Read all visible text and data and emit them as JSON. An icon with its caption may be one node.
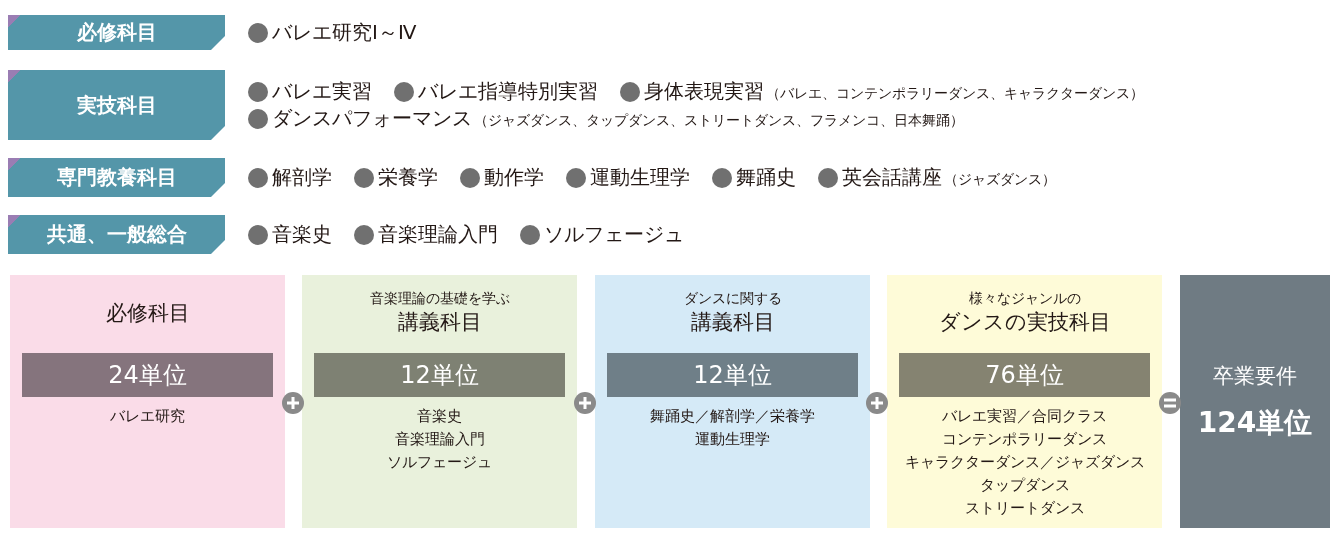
{
  "diagram": {
    "nodes": [
      {
        "text": [
          "必修科目"
        ],
        "beside": [
          "バレエ研究Ⅰ～Ⅳ"
        ]
      },
      {
        "text": [
          "実技科目"
        ],
        "beside": [
          "バレエ実習",
          "バレエ指導特別実習",
          "身体表現実習",
          "（バレエ、コンテンポラリーダンス、キャラクターダンス）",
          "ダンスパフォーマンス",
          "（ジャズダンス、タップダンス、ストリートダンス、フラメンコ、日本舞踊）"
        ]
      },
      {
        "text": [
          "専門教養科目"
        ],
        "beside": [
          "解剖学",
          "栄養学",
          "動作学",
          "運動生理学",
          "舞踊史",
          "英会話講座",
          "（ジャズダンス）"
        ]
      },
      {
        "text": [
          "共通、一般総合"
        ],
        "beside": [
          "音楽史",
          "音楽理論入門",
          "ソルフェージュ"
        ]
      },
      {
        "text": [
          "必修科目",
          "バレエ研究"
        ]
      },
      {
        "text": [
          "24単位"
        ],
        "in": 4
      },
      {
        "text": [
          "音楽理論の基礎を学ぶ",
          "講義科目",
          "音楽史",
          "音楽理論入門",
          "ソルフェージュ"
        ]
      },
      {
        "text": [
          "12単位"
        ],
        "in": 6
      },
      {
        "text": [
          "ダンスに関する",
          "講義科目",
          "舞踊史／解剖学／栄養学",
          "運動生理学"
        ]
      },
      {
        "text": [
          "12単位"
        ],
        "in": 8
      },
      {
        "text": [
          "様々なジャンルの",
          "ダンスの実技科目",
          "バレエ実習／合同クラス",
          "コンテンポラリーダンス",
          "キャラクターダンス／ジャズダンス",
          "タップダンス",
          "ストリートダンス"
        ]
      },
      {
        "text": [
          "76単位"
        ],
        "in": 10
      },
      {
        "text": [
          "卒業要件",
          "124単位"
        ]
      }
    ]
  }
}
